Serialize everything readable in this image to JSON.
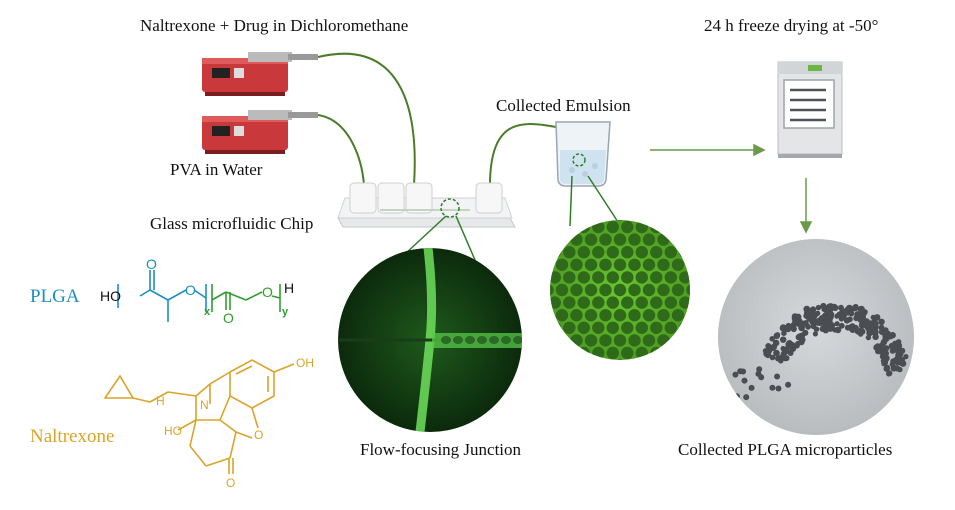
{
  "labels": {
    "drug_solution": "Naltrexone + Drug in Dichloromethane",
    "pva": "PVA in Water",
    "chip": "Glass microfluidic Chip",
    "collected_emulsion": "Collected Emulsion",
    "freeze_drying": "24 h freeze drying at -50°",
    "flow_focusing": "Flow-focusing Junction",
    "microparticles": "Collected PLGA microparticles"
  },
  "molecules": {
    "plga": {
      "name": "PLGA",
      "ho": "HO",
      "o1": "O",
      "o2": "O",
      "o3": "O",
      "o4": "O",
      "x": "x",
      "y": "y",
      "h": "H"
    },
    "naltrexone": {
      "name": "Naltrexone",
      "oh_top": "OH",
      "oh_mid": "HO",
      "h": "H",
      "n": "N",
      "o_ring": "O",
      "o_keto": "O"
    }
  },
  "colors": {
    "plga": "#1a8fc2",
    "plga_green": "#2e9e2e",
    "naltrexone": "#d9a42a",
    "tubing": "#4a7d2a",
    "arrow": "#6a9a4a",
    "pump": "#c0393b"
  },
  "icons": {
    "pump": "syringe-pump-icon",
    "chip": "microfluidic-chip-icon",
    "beaker": "beaker-icon",
    "freeze_dryer": "freeze-dryer-icon"
  }
}
